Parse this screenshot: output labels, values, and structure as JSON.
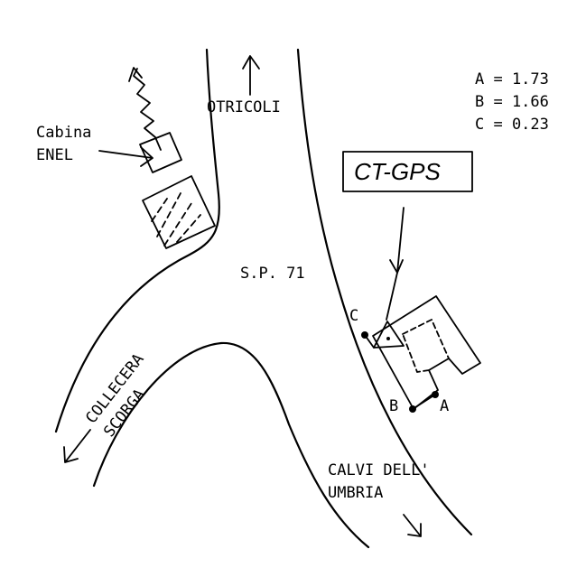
{
  "measures": [
    {
      "key": "A",
      "value": "1.73",
      "text": "A = 1.73"
    },
    {
      "key": "B",
      "value": "1.66",
      "text": "B = 1.66"
    },
    {
      "key": "C",
      "value": "0.23",
      "text": "C = 0.23"
    }
  ],
  "labels": {
    "otricoli": "OTRICOLI",
    "cabina_line1": "Cabina",
    "cabina_line2": "ENEL",
    "ct_gps": "CT-GPS",
    "road": "S.P. 71",
    "collecera": "COLLECERA",
    "scorga": "SCORGA",
    "calvi_line1": "CALVI DELL'",
    "calvi_line2": "UMBRIA",
    "point_a": "A",
    "point_b": "B",
    "point_c": "C"
  }
}
